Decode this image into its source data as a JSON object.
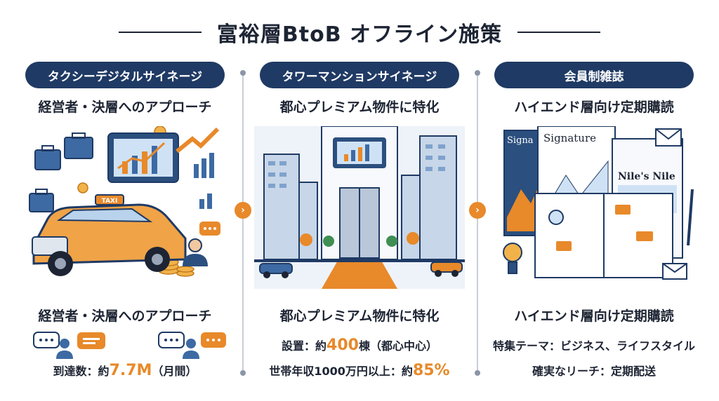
{
  "title": "富裕層BtoB オフライン施策",
  "colors": {
    "navy": "#1f3a64",
    "orange": "#e8892a"
  },
  "columns": [
    {
      "pill": "タクシーデジタルサイネージ",
      "subtitle": "経営者・決層へのアプローチ",
      "heading2": "経営者・決層へのアプローチ",
      "reach_prefix": "到達数：約",
      "reach_value": "7.7M",
      "reach_suffix": "（月間）"
    },
    {
      "pill": "タワーマンションサイネージ",
      "subtitle": "都心プレミアム物件に特化",
      "heading2": "都心プレミアム物件に特化",
      "line1_prefix": "設置：約",
      "line1_value": "400",
      "line1_suffix": "棟（都心中心）",
      "line2_prefix": "世帯年収1000万円以上：約",
      "line2_value": "85%"
    },
    {
      "pill": "会員制雑誌",
      "subtitle": "ハイエンド層向け定期購読",
      "heading2": "ハイエンド層向け定期購読",
      "line1": "特集テーマ：ビジネス、ライフスタイル",
      "line2": "確実なリーチ：定期配送",
      "magazine_titles": [
        "Signa",
        "Signature",
        "Nile's Nile"
      ]
    }
  ],
  "taxi_sign": "TAXI",
  "icons": {
    "next": "chevron-right-icon",
    "chat": "chat-bubble-icon",
    "person": "person-icon"
  }
}
